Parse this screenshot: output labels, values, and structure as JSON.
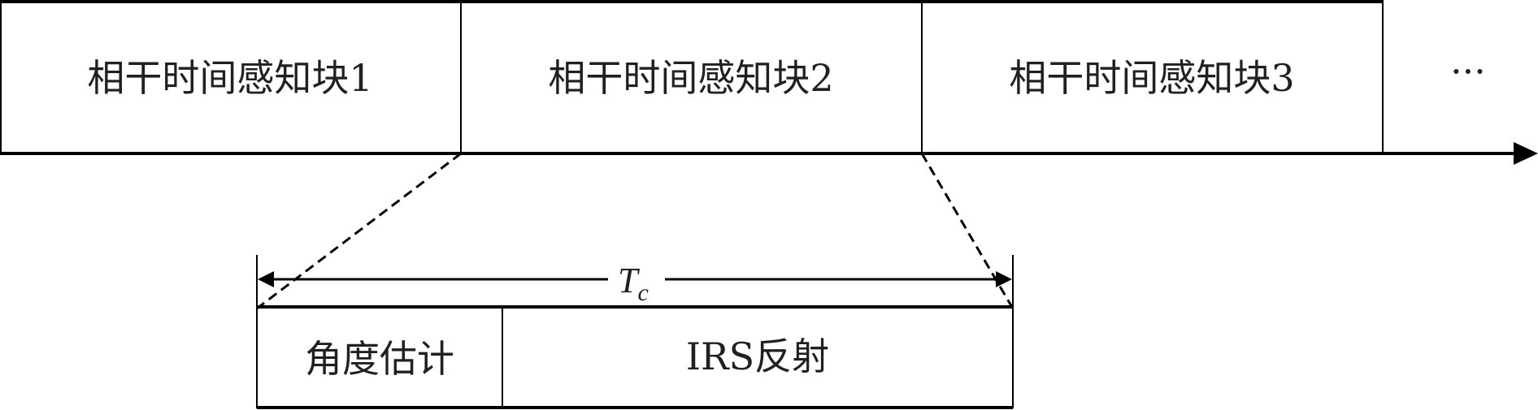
{
  "blocks": [
    {
      "label": "相干时间感知块1"
    },
    {
      "label": "相干时间感知块2"
    },
    {
      "label": "相干时间感知块3"
    }
  ],
  "ellipsis": "···",
  "duration": {
    "symbol": "T",
    "subscript": "c"
  },
  "detail": {
    "segments": [
      {
        "label": "角度估计"
      },
      {
        "label": "IRS反射"
      }
    ]
  },
  "colors": {
    "line": "#000000",
    "text": "#231f20"
  }
}
